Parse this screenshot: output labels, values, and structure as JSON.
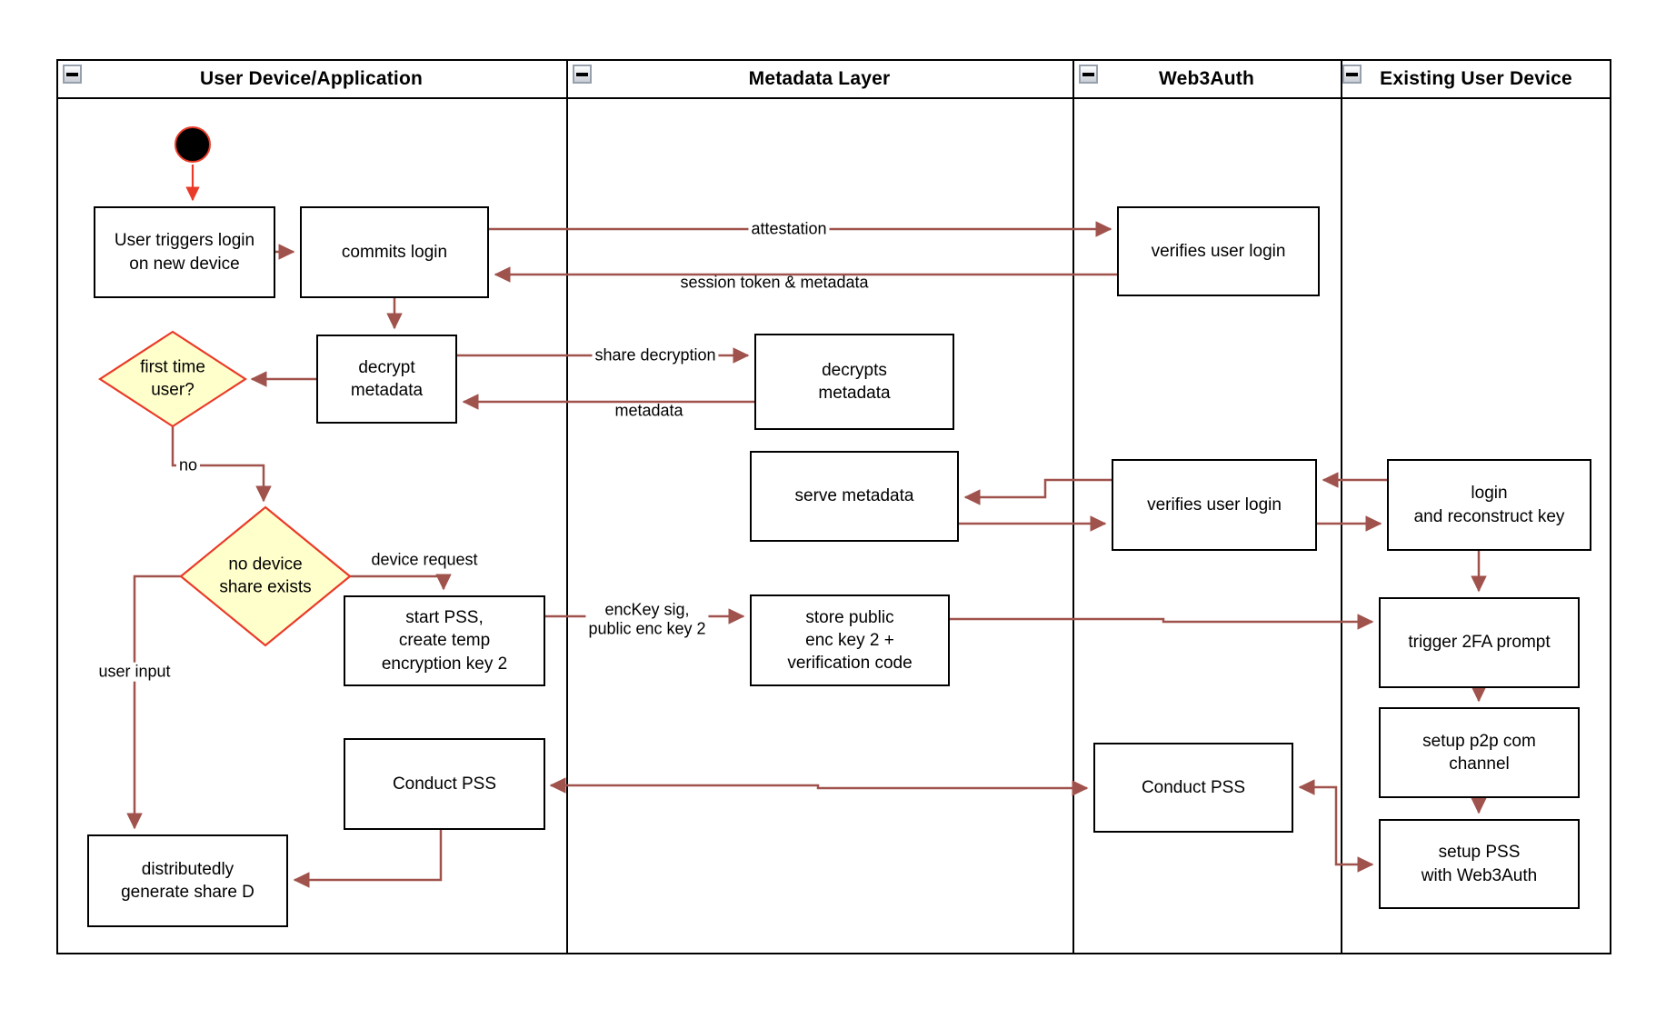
{
  "diagram": {
    "lanes": [
      {
        "label": "User Device/Application",
        "icon": "minimize-icon"
      },
      {
        "label": "Metadata Layer",
        "icon": "minimize-icon"
      },
      {
        "label": "Web3Auth",
        "icon": "minimize-icon"
      },
      {
        "label": "Existing User Device",
        "icon": "minimize-icon"
      }
    ],
    "nodes": {
      "user_triggers": "User triggers login\non new device",
      "commits_login": "commits login",
      "verifies_login_1": "verifies user login",
      "decrypt_metadata": "decrypt\nmetadata",
      "decrypts_metadata": "decrypts\nmetadata",
      "first_time_user": "first time\nuser?",
      "no_device_share": "no device\nshare exists",
      "serve_metadata": "serve metadata",
      "verifies_login_2": "verifies user login",
      "login_reconstruct": "login\nand reconstruct key",
      "start_pss": "start PSS,\ncreate temp\nencryption key 2",
      "store_public": "store public\nenc key 2 +\nverification code",
      "trigger_2fa": "trigger 2FA prompt",
      "setup_p2p": "setup p2p com\nchannel",
      "setup_pss": "setup PSS\nwith Web3Auth",
      "conduct_pss_device": "Conduct PSS",
      "conduct_pss_web3auth": "Conduct PSS",
      "generate_share_d": "distributedly\ngenerate share D"
    },
    "edge_labels": {
      "attestation": "attestation",
      "session_token": "session token & metadata",
      "share_decryption": "share decryption",
      "metadata": "metadata",
      "no": "no",
      "device_request": "device request",
      "user_input": "user input",
      "enckey_sig": "encKey sig,\npublic enc key 2"
    },
    "colors": {
      "arrow": "#a0524c",
      "start_accent": "#ea3b28",
      "decision_fill": "#ffffcc",
      "decision_border": "#ea3b28",
      "node_border": "#000000"
    }
  }
}
